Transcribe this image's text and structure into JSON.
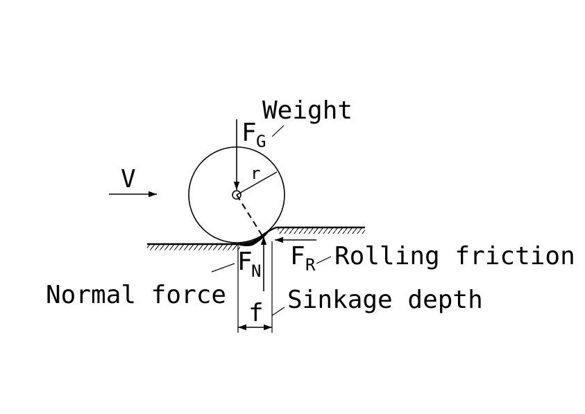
{
  "labels": {
    "weight": "Weight",
    "fg_main": "F",
    "fg_sub": "G",
    "velocity": "V",
    "radius": "r",
    "fr_main": "F",
    "fr_sub": "R",
    "rolling_friction": "Rolling friction",
    "fn_main": "F",
    "fn_sub": "N",
    "normal_force": "Normal force",
    "sinkage_symbol": "f",
    "sinkage_depth": "Sinkage depth"
  },
  "colors": {
    "ink": "#000000",
    "background": "#ffffff"
  }
}
